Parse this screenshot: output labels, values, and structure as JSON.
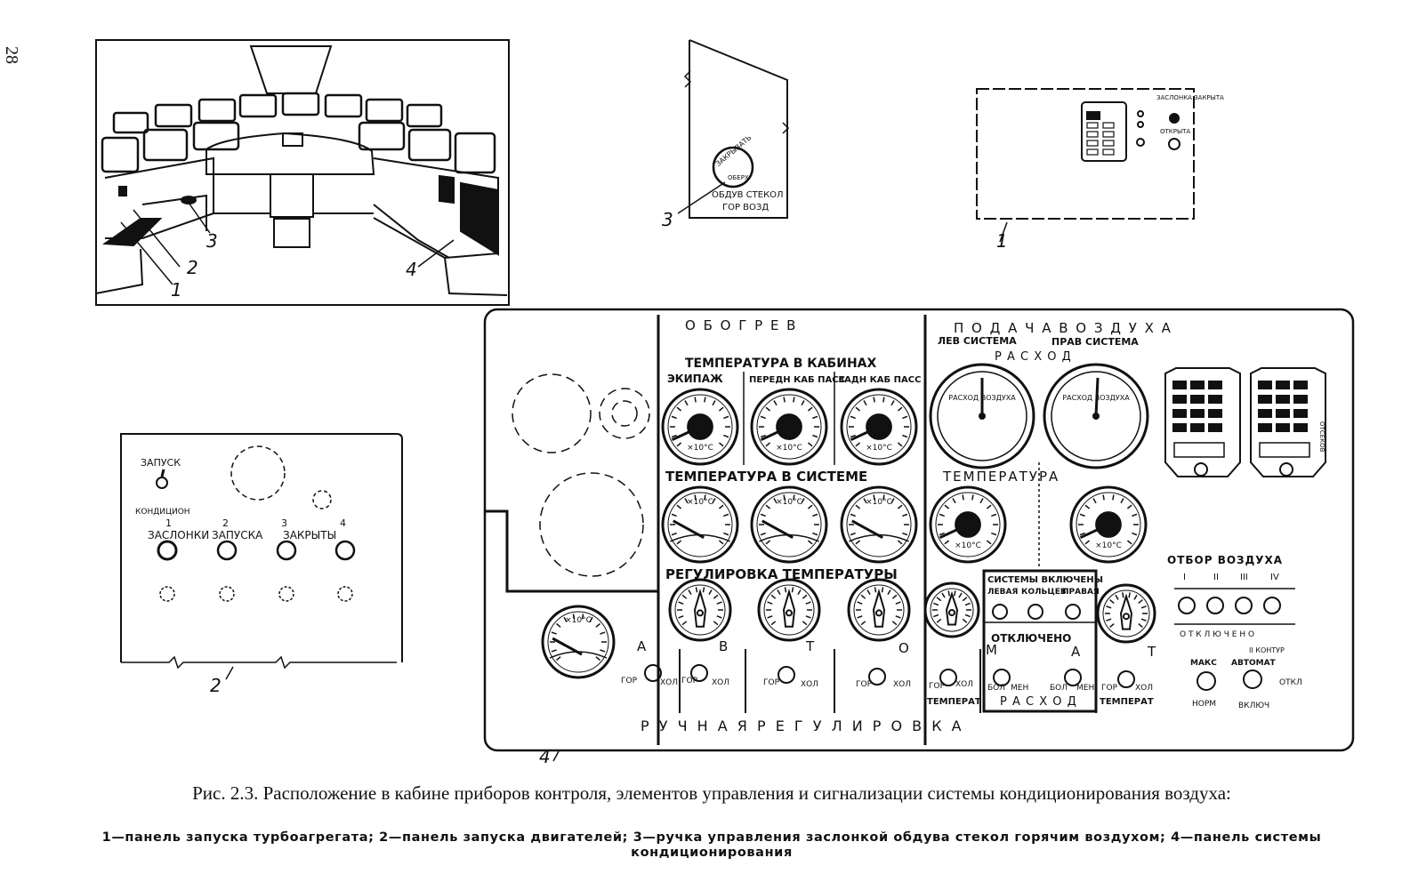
{
  "page_number": "28",
  "callouts": {
    "n1": "1",
    "n2": "2",
    "n3": "3",
    "n4": "4"
  },
  "fig3": {
    "knob_text": "ЗАКРЫВАТЬ",
    "knob_text2": "ОБЕРХ",
    "line1": "ОБДУВ СТЕКОЛ",
    "line2": "ГОР ВОЗД"
  },
  "fig1": {
    "label_top": "ЗАСЛОНКА ЗАКРЫТА",
    "label_bottom": "ОТКРЫТА"
  },
  "fig2": {
    "start": "ЗАПУСК",
    "cond": "КОНДИЦИОН",
    "nums": [
      "1",
      "2",
      "3",
      "4"
    ],
    "labels": [
      "ЗАСЛОНКИ",
      "ЗАПУСКА",
      "ЗАКРЫТЫ"
    ]
  },
  "panel": {
    "heating": "О Б О Г Р Е В",
    "air_supply": "П О Д А Ч А   В О З Д У Х А",
    "left_system": "ЛЕВ СИСТЕМА",
    "right_system": "ПРАВ СИСТЕМА",
    "flow": "Р А С Х О Д",
    "temp_cabins": "ТЕМПЕРАТУРА В КАБИНАХ",
    "crew": "ЭКИПАЖ",
    "front_pass": "ПЕРЕДН КАБ ПАСС",
    "rear_pass": "ЗАДН КАБ ПАСС",
    "temp_system": "ТЕМПЕРАТУРА В СИСТЕМЕ",
    "temperature": "ТЕМПЕРАТУРА",
    "temp_regulation": "РЕГУЛИРОВКА ТЕМПЕРАТУРЫ",
    "air_bleed": "ОТБОР ВОЗДУХА",
    "bleed_nums": [
      "I",
      "II",
      "III",
      "IV"
    ],
    "off": "О Т К Л Ю Ч Е Н О",
    "off2": "ОТКЛЮЧЕНО",
    "systems_on": "СИСТЕМЫ ВКЛЮЧЕНЫ",
    "sys_left": "ЛЕВАЯ",
    "sys_ring": "КОЛЬЦЕВ",
    "sys_right": "ПРАВАЯ",
    "contour": "II КОНТУР",
    "max": "МАКС",
    "automat": "АВТОМАТ",
    "otkl": "ОТКЛ",
    "norm": "НОРМ",
    "vkl": "ВКЛЮЧ",
    "automat_letters": [
      "А",
      "В",
      "Т",
      "О",
      "М",
      "А",
      "Т"
    ],
    "hot": "ГОР",
    "cold": "ХОЛ",
    "more": "БОЛ",
    "less": "МЕН",
    "temperat": "ТЕМПЕРАТ",
    "rashod": "Р А С Х О Д",
    "manual": "Р У Ч Н А Я   Р Е Г У Л И Р О В К А",
    "unit_temp": "×10°С",
    "unit_temp2": "×10°С",
    "flow_unit": "РАСХОД ВОЗДУХА",
    "side_label": "ОТСЕКОВ"
  },
  "caption": "Рис. 2.3. Расположение в кабине приборов контроля, элементов управления и сигнализации системы кондиционирования воздуха:",
  "legend": "1—панель запуска турбоагрегата; 2—панель запуска двигателей; 3—ручка управления заслонкой обдува стекол горячим воздухом; 4—панель системы кондиционирования"
}
